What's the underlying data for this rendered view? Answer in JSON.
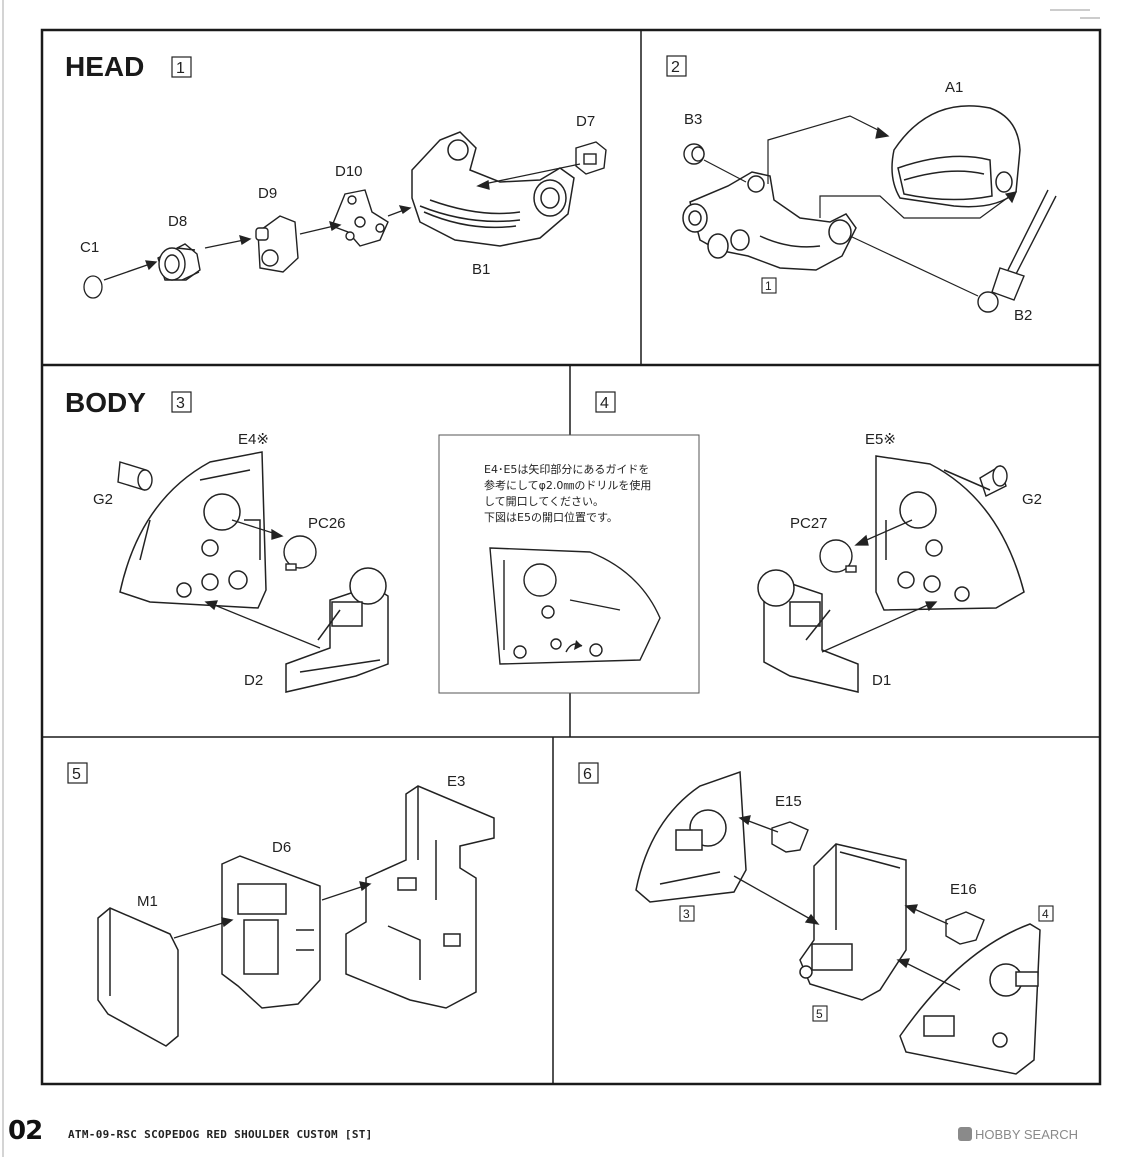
{
  "sections": {
    "head": {
      "title": "HEAD",
      "step_number": "1"
    },
    "step2": {
      "step_number": "2"
    },
    "body": {
      "title": "BODY",
      "step_number": "3"
    },
    "step4": {
      "step_number": "4"
    },
    "step5": {
      "step_number": "5"
    },
    "step6": {
      "step_number": "6"
    }
  },
  "part_labels": {
    "c1": "C1",
    "d8": "D8",
    "d9": "D9",
    "d10": "D10",
    "b1": "B1",
    "d7": "D7",
    "b3": "B3",
    "a1": "A1",
    "b2": "B2",
    "ref1": "1",
    "e4": "E4※",
    "g2_left": "G2",
    "pc26": "PC26",
    "d2": "D2",
    "e5": "E5※",
    "g2_right": "G2",
    "pc27": "PC27",
    "d1": "D1",
    "m1": "M1",
    "d6": "D6",
    "e3": "E3",
    "e15": "E15",
    "e16": "E16",
    "ref3": "3",
    "ref4": "4",
    "ref5": "5"
  },
  "note": {
    "line1": "E4･E5は矢印部分にあるガイドを",
    "line2": "参考にしてφ2.0㎜のドリルを使用",
    "line3": "して開口してください。",
    "line4": "下図はE5の開口位置です。"
  },
  "footer": {
    "page_number": "02",
    "model_name": "ATM-09-RSC SCOPEDOG RED SHOULDER CUSTOM [ST]",
    "watermark": "HOBBY SEARCH"
  }
}
